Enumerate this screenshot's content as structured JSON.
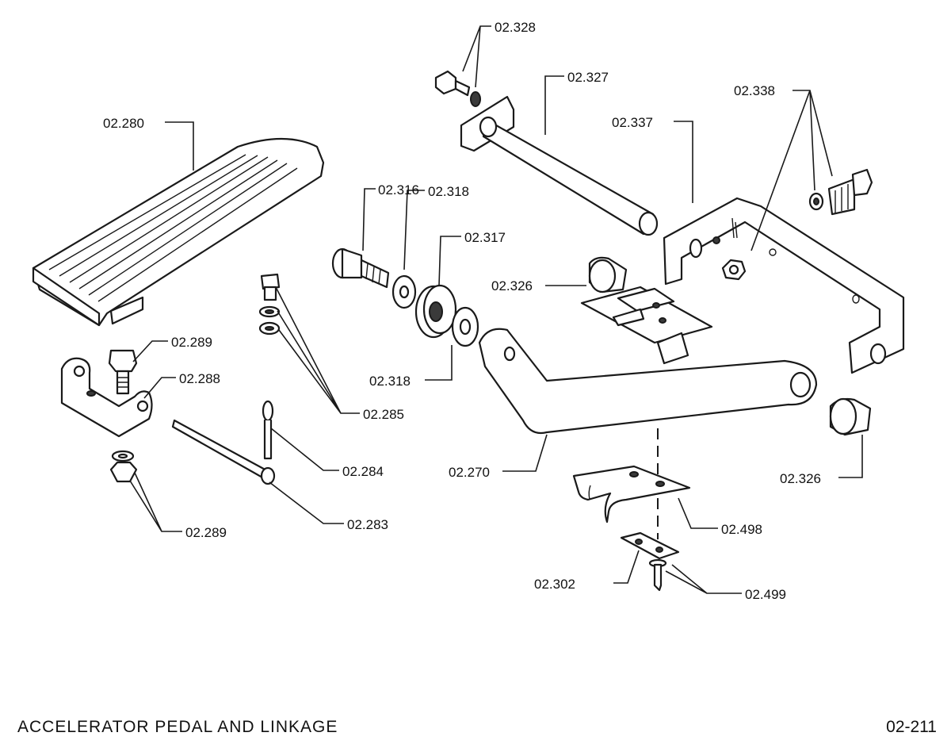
{
  "footer": {
    "title": "ACCELERATOR  PEDAL  AND  LINKAGE",
    "page": "02-211"
  },
  "labels": [
    {
      "id": "02.328",
      "text": "02.328"
    },
    {
      "id": "02.327",
      "text": "02.327"
    },
    {
      "id": "02.338",
      "text": "02.338"
    },
    {
      "id": "02.337",
      "text": "02.337"
    },
    {
      "id": "02.280",
      "text": "02.280"
    },
    {
      "id": "02.316",
      "text": "02.316"
    },
    {
      "id": "02.318a",
      "text": "02.318"
    },
    {
      "id": "02.317",
      "text": "02.317"
    },
    {
      "id": "02.326a",
      "text": "02.326"
    },
    {
      "id": "02.318b",
      "text": "02.318"
    },
    {
      "id": "02.289a",
      "text": "02.289"
    },
    {
      "id": "02.288",
      "text": "02.288"
    },
    {
      "id": "02.285",
      "text": "02.285"
    },
    {
      "id": "02.284",
      "text": "02.284"
    },
    {
      "id": "02.283",
      "text": "02.283"
    },
    {
      "id": "02.289b",
      "text": "02.289"
    },
    {
      "id": "02.270",
      "text": "02.270"
    },
    {
      "id": "02.326b",
      "text": "02.326"
    },
    {
      "id": "02.498",
      "text": "02.498"
    },
    {
      "id": "02.302",
      "text": "02.302"
    },
    {
      "id": "02.499",
      "text": "02.499"
    }
  ]
}
